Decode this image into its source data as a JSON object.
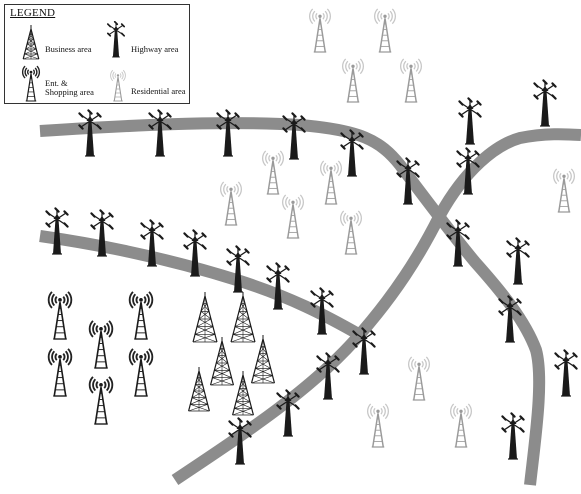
{
  "legend": {
    "title": "LEGEND",
    "items": [
      {
        "key": "business",
        "label": "Business area",
        "icon": "lattice-tower-icon"
      },
      {
        "key": "highway",
        "label": "Highway area",
        "icon": "sector-antenna-icon"
      },
      {
        "key": "entertainment",
        "label": "Ent. & Shopping area",
        "icon": "broadcast-mast-icon"
      },
      {
        "key": "residential",
        "label": "Residential area",
        "icon": "faded-broadcast-mast-icon"
      }
    ]
  },
  "colors": {
    "road": "#8c8c8c",
    "tower": "#1a1a1a",
    "residential": "#9a9a9a",
    "signal_dark": "#222222",
    "signal_light": "#c6c6c6",
    "legend_border": "#333333"
  }
}
